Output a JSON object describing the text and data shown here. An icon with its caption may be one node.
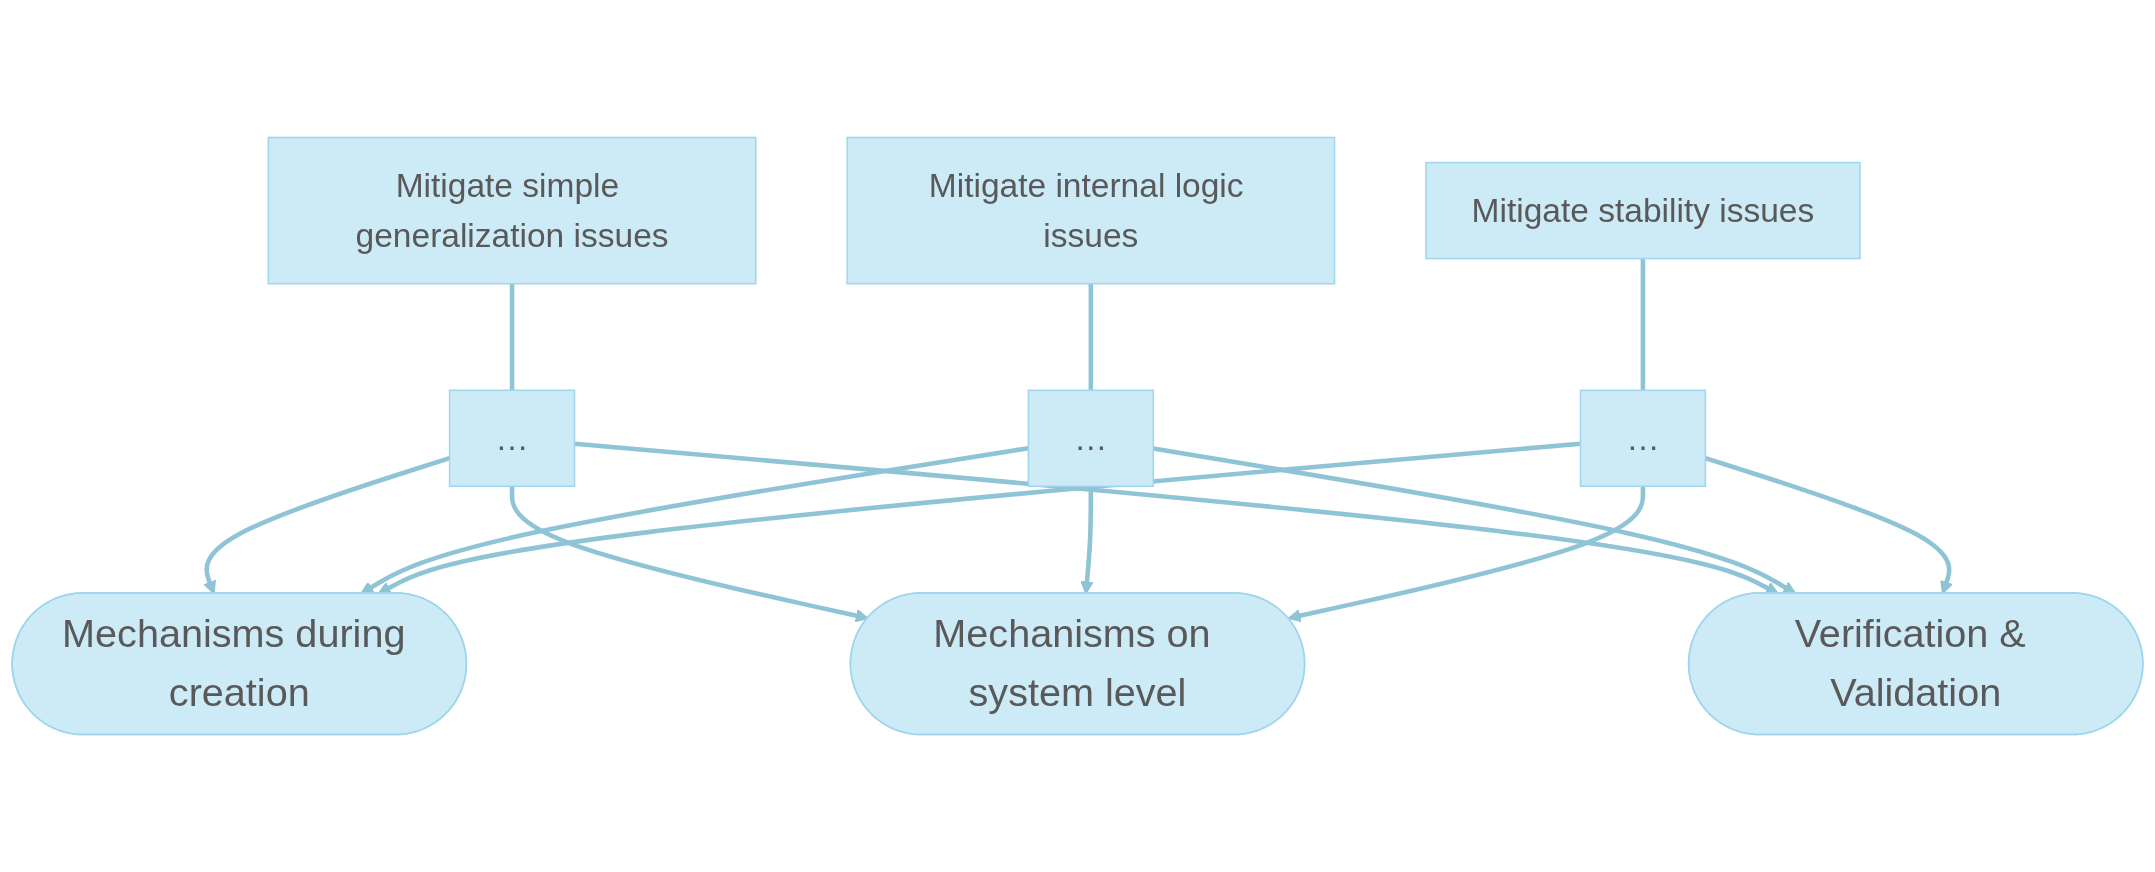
{
  "diagram": {
    "nodes": [
      {
        "text": [
          "Mitigate simple generalization issues"
        ]
      },
      {
        "text": [
          "…"
        ]
      },
      {
        "text": [
          "Mitigate internal logic issues"
        ]
      },
      {
        "text": [
          "…"
        ]
      },
      {
        "text": [
          "Mitigate stability issues"
        ]
      },
      {
        "text": [
          "…"
        ]
      },
      {
        "text": [
          "Mechanisms during creation"
        ]
      },
      {
        "text": [
          "Mechanisms on system level"
        ]
      },
      {
        "text": [
          "Verification & Validation"
        ]
      }
    ],
    "edges": [
      {
        "from": 0,
        "to": 1,
        "arrow": "none"
      },
      {
        "from": 2,
        "to": 3,
        "arrow": "none"
      },
      {
        "from": 4,
        "to": 5,
        "arrow": "none"
      },
      {
        "from": 1,
        "to": 6,
        "arrow": "to"
      },
      {
        "from": 1,
        "to": 7,
        "arrow": "to"
      },
      {
        "from": 1,
        "to": 8,
        "arrow": "to"
      },
      {
        "from": 3,
        "to": 6,
        "arrow": "to"
      },
      {
        "from": 3,
        "to": 7,
        "arrow": "to"
      },
      {
        "from": 3,
        "to": 8,
        "arrow": "to"
      },
      {
        "from": 5,
        "to": 6,
        "arrow": "to"
      },
      {
        "from": 5,
        "to": 7,
        "arrow": "to"
      },
      {
        "from": 5,
        "to": 8,
        "arrow": "to"
      }
    ]
  }
}
